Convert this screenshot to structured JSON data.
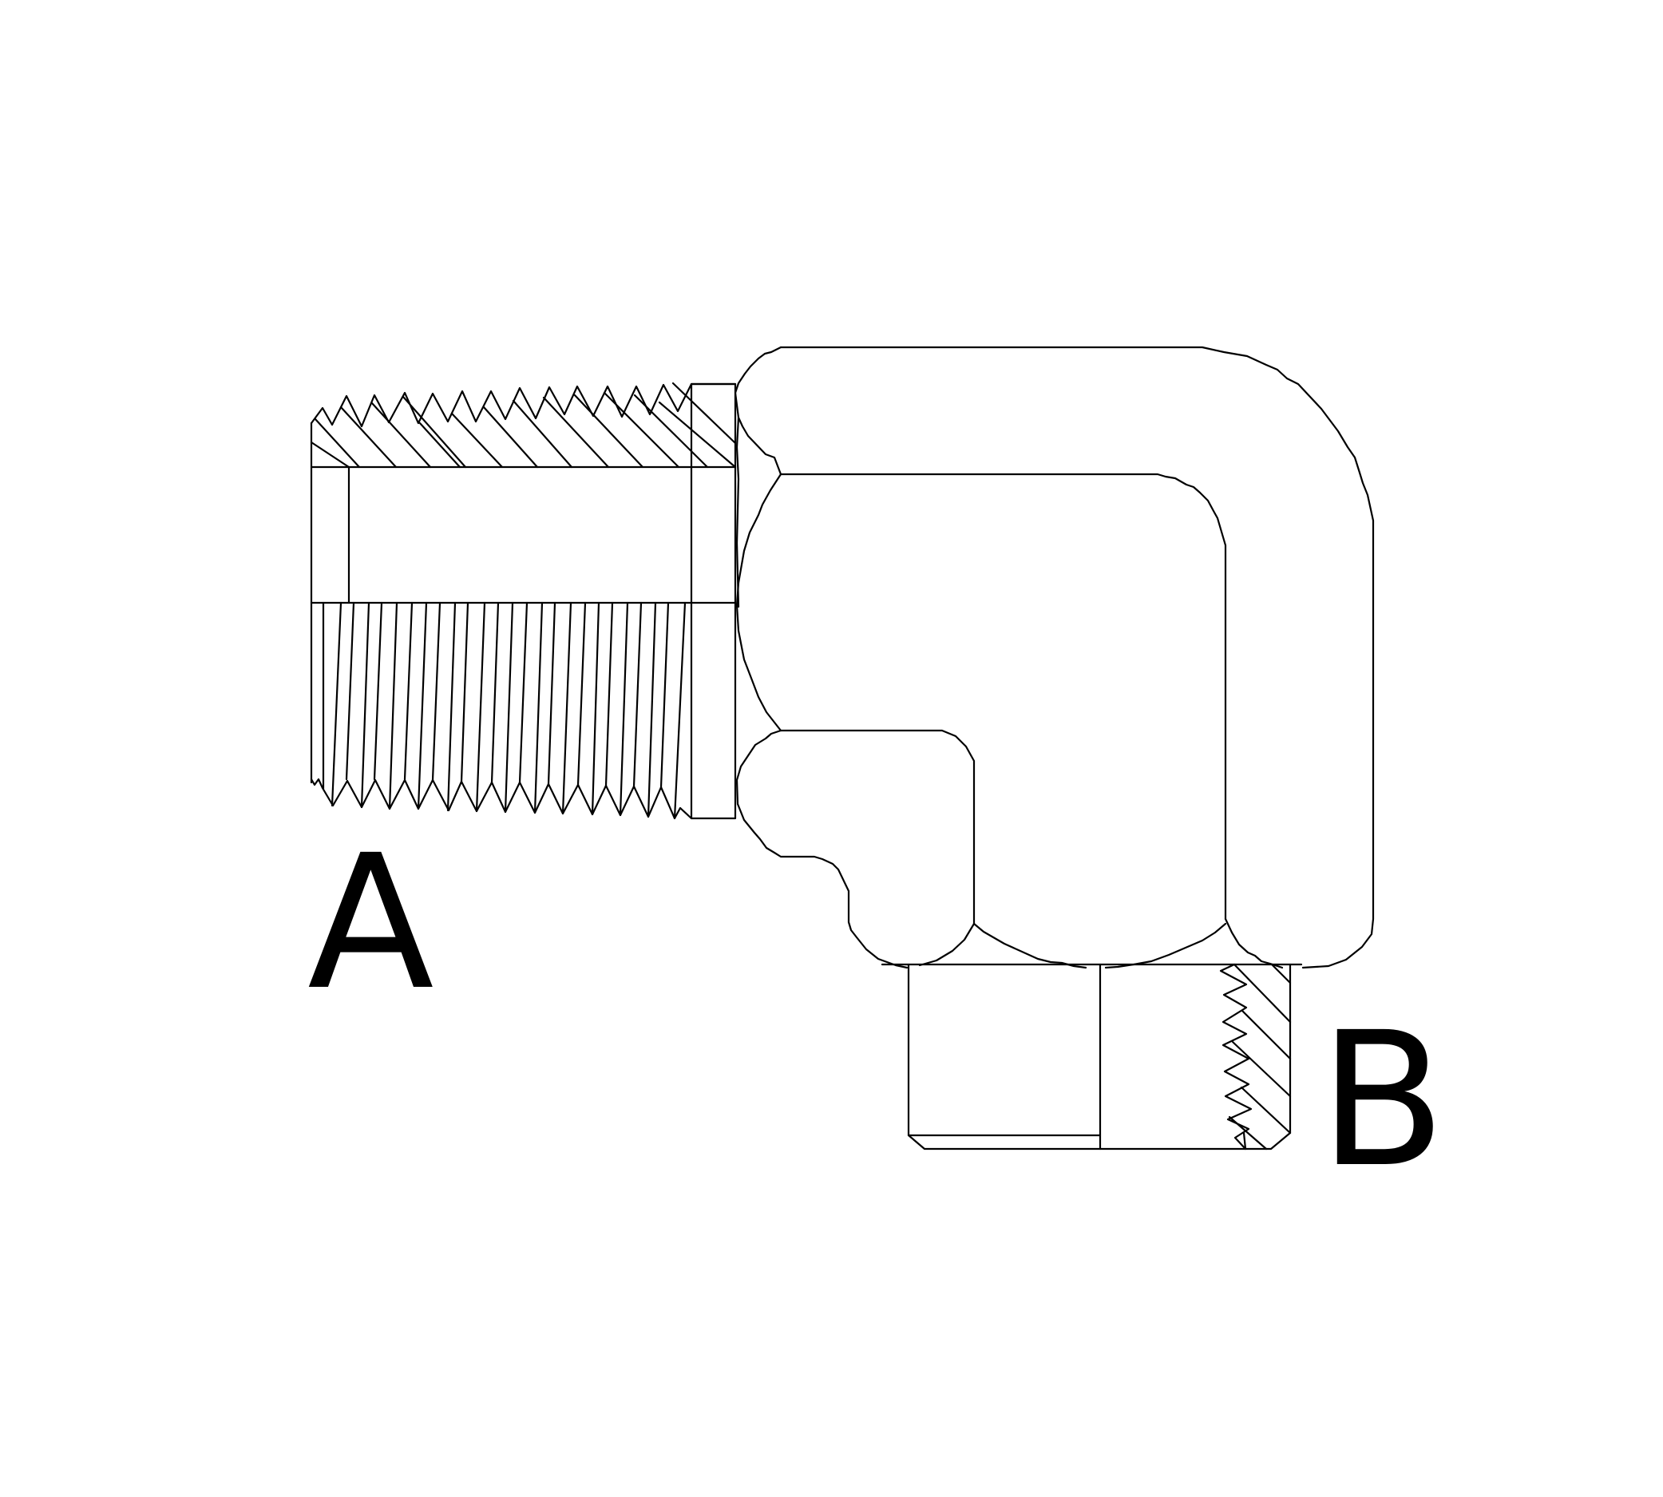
{
  "diagram": {
    "subject": "90-degree elbow pipe fitting, male thread port and female thread port",
    "line_color": "#000000",
    "background_color": "#ffffff",
    "ports": [
      {
        "id": "A",
        "label": "A",
        "description": "male tapered pipe thread port (horizontal, left)"
      },
      {
        "id": "B",
        "label": "B",
        "description": "female pipe thread port (vertical, bottom, shown in section)"
      }
    ]
  }
}
